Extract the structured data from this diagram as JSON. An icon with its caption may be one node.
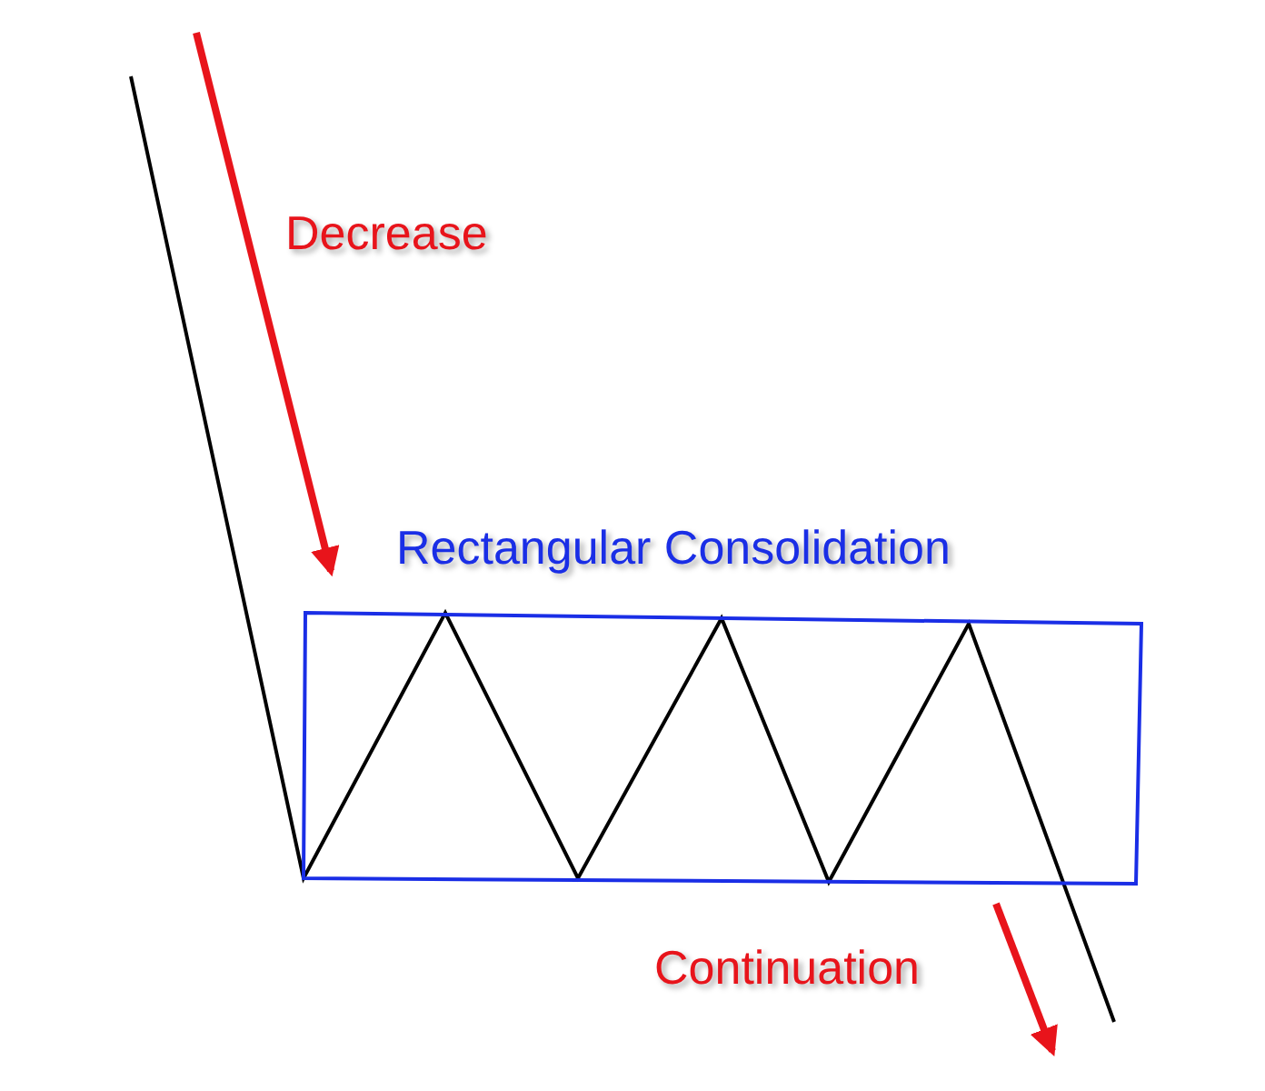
{
  "diagram": {
    "nodes": [
      {
        "text": [
          "Rectangular Consolidation"
        ]
      }
    ],
    "labels": [
      "Decrease",
      "Continuation"
    ]
  }
}
